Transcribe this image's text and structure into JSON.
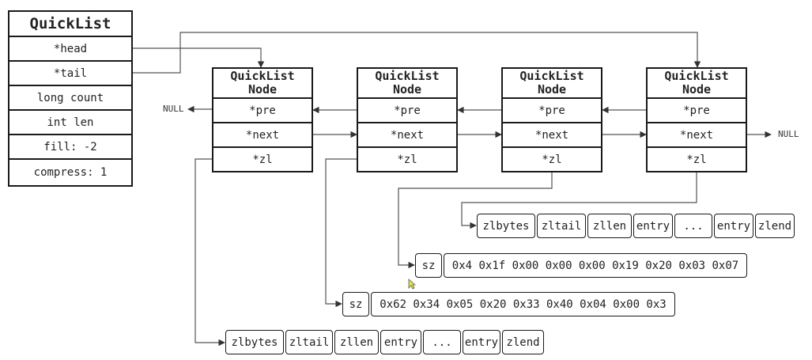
{
  "quicklist": {
    "title": "QuickList",
    "fields": [
      "*head",
      "*tail",
      "long count",
      "int len",
      "fill: -2",
      "compress: 1"
    ]
  },
  "nodes": [
    {
      "title": "QuickList\nNode",
      "fields": [
        "*pre",
        "*next",
        "*zl"
      ]
    },
    {
      "title": "QuickList\nNode",
      "fields": [
        "*pre",
        "*next",
        "*zl"
      ]
    },
    {
      "title": "QuickList\nNode",
      "fields": [
        "*pre",
        "*next",
        "*zl"
      ]
    },
    {
      "title": "QuickList\nNode",
      "fields": [
        "*pre",
        "*next",
        "*zl"
      ]
    }
  ],
  "null_label": "NULL",
  "ziplist_top": [
    "zlbytes",
    "zltail",
    "zllen",
    "entry",
    "...",
    "entry",
    "zlend"
  ],
  "ziplist_bottom": [
    "zlbytes",
    "zltail",
    "zllen",
    "entry",
    "...",
    "entry",
    "zlend"
  ],
  "compressed_a": {
    "sz": "sz",
    "bytes": "0x4 0x1f 0x00 0x00 0x00 0x19 0x20 0x03 0x07"
  },
  "compressed_b": {
    "sz": "sz",
    "bytes": "0x62 0x34 0x05 0x20 0x33 0x40 0x04 0x00 0x3"
  },
  "colors": {
    "stroke": "#1a1a1a",
    "line": "#555555",
    "cursor": "#e9e23a"
  }
}
